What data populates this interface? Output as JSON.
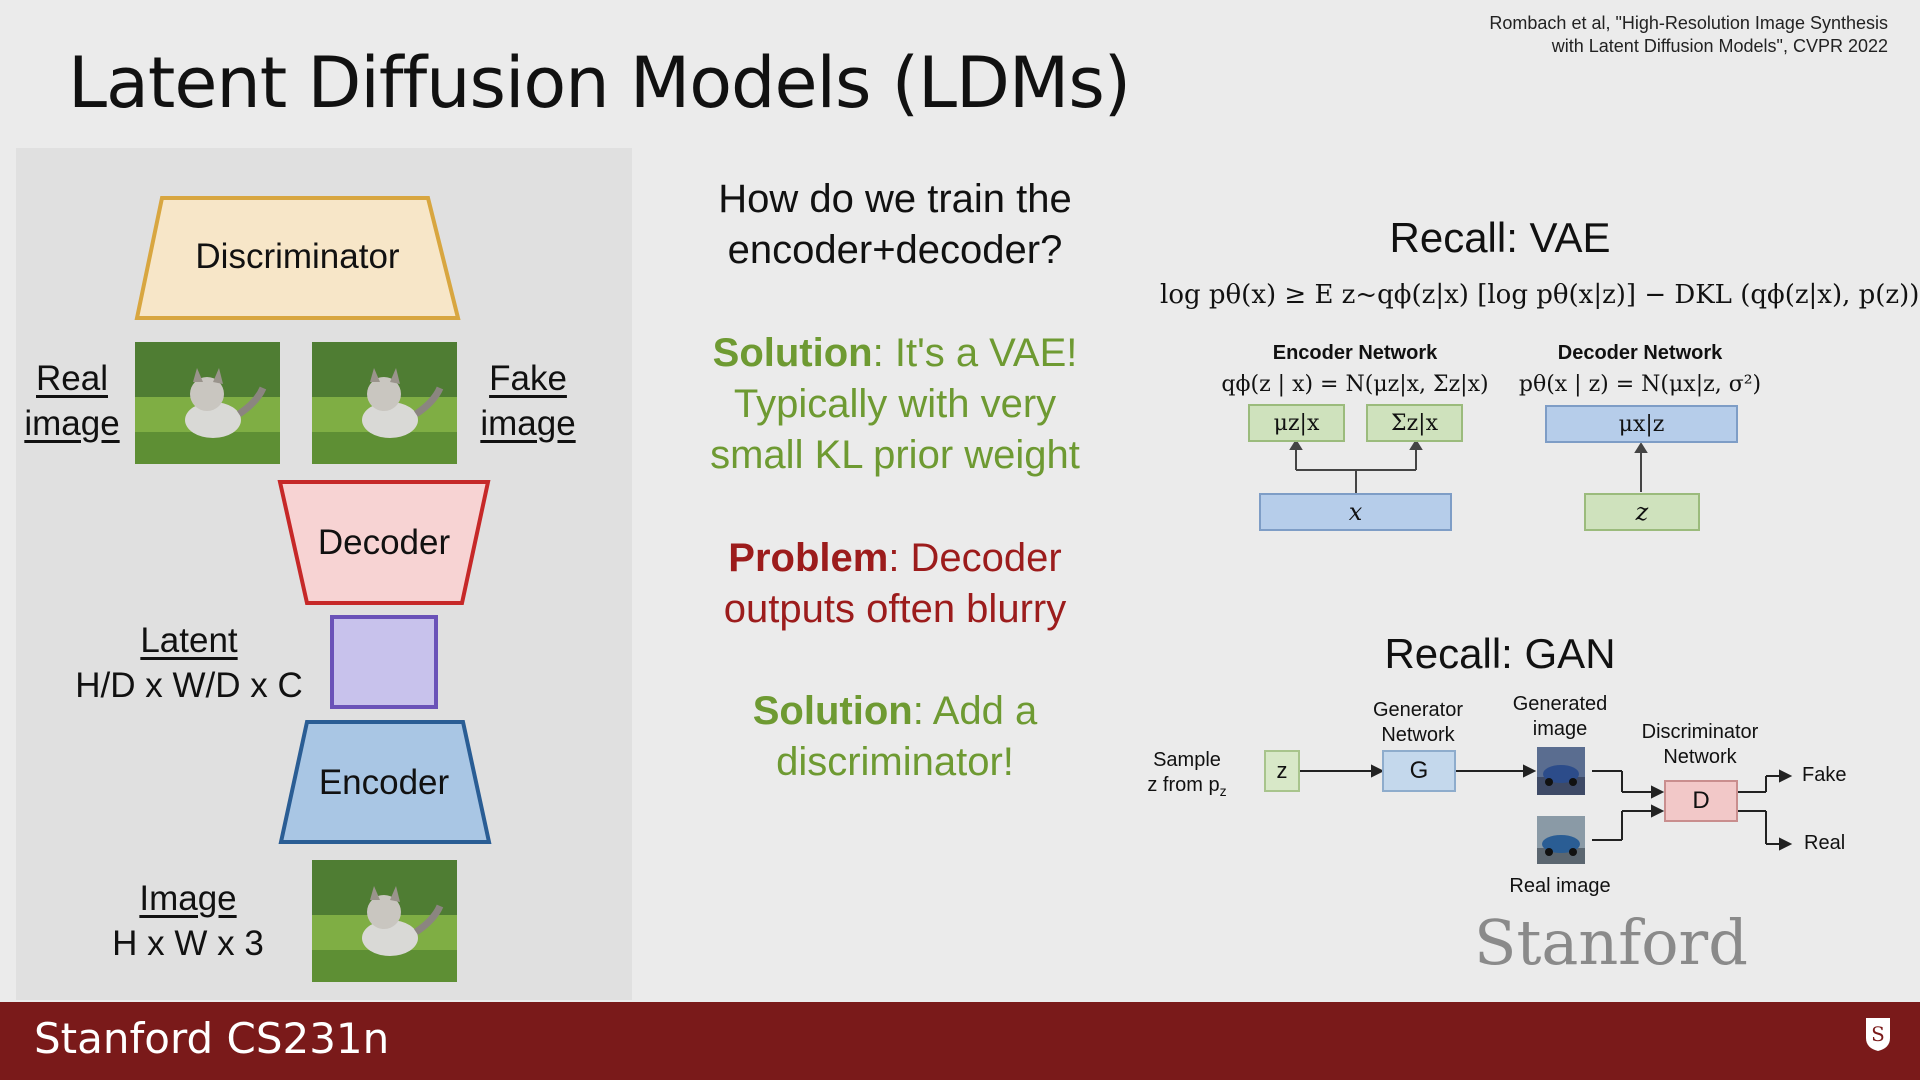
{
  "slide": {
    "title": "Latent Diffusion Models (LDMs)",
    "citation_line1": "Rombach et al, \"High-Resolution Image Synthesis",
    "citation_line2": "with Latent Diffusion Models\", CVPR 2022"
  },
  "left_diagram": {
    "discriminator": "Discriminator",
    "decoder": "Decoder",
    "encoder": "Encoder",
    "real_image_1": "Real",
    "real_image_2": "image",
    "fake_image_1": "Fake",
    "fake_image_2": "image",
    "latent_label": "Latent",
    "latent_shape": "H/D x W/D x C",
    "image_label": "Image",
    "image_shape": "H x W x 3"
  },
  "center": {
    "question_1": "How do we train the",
    "question_2": "encoder+decoder?",
    "solution1_keyword": "Solution",
    "solution1_rest": ": It's a VAE!",
    "solution1_line2": "Typically with very",
    "solution1_line3": "small KL prior weight",
    "problem_keyword": "Problem",
    "problem_rest": ": Decoder",
    "problem_line2": "outputs often blurry",
    "solution2_keyword": "Solution",
    "solution2_rest": ": Add a",
    "solution2_line2": "discriminator!"
  },
  "vae": {
    "heading": "Recall: VAE",
    "elbo": "log pθ(x) ≥ E z~qϕ(z|x) [log pθ(x|z)] − DKL (qϕ(z|x), p(z))",
    "encoder_title": "Encoder Network",
    "encoder_formula": "qϕ(z | x) = N(μz|x, Σz|x)",
    "decoder_title": "Decoder Network",
    "decoder_formula": "pθ(x | z) = N(μx|z, σ²)",
    "mu_zx": "μz|x",
    "sigma_zx": "Σz|x",
    "x_input": "x",
    "mu_xz": "μx|z",
    "z_input": "z"
  },
  "gan": {
    "heading": "Recall: GAN",
    "sample_line1": "Sample",
    "sample_line2": "z from p",
    "sample_sub": "z",
    "z_box": "z",
    "generator_label_1": "Generator",
    "generator_label_2": "Network",
    "g_box": "G",
    "generated_label_1": "Generated",
    "generated_label_2": "image",
    "discriminator_label_1": "Discriminator",
    "discriminator_label_2": "Network",
    "d_box": "D",
    "fake_out": "Fake",
    "real_out": "Real",
    "real_image": "Real image"
  },
  "footer": {
    "course": "Stanford CS231n",
    "watermark": "Stanford"
  },
  "colors": {
    "footer": "#7a1a1a",
    "solution_green": "#6e9a32",
    "problem_red": "#9c1c1c",
    "discriminator_fill": "#f7e6c8",
    "discriminator_stroke": "#d8a640",
    "decoder_fill": "#f7d3d3",
    "decoder_stroke": "#c62828",
    "encoder_fill": "#a9c6e4",
    "encoder_stroke": "#2a5d94",
    "latent_fill": "#c8c2ec",
    "latent_stroke": "#6a52b8"
  }
}
